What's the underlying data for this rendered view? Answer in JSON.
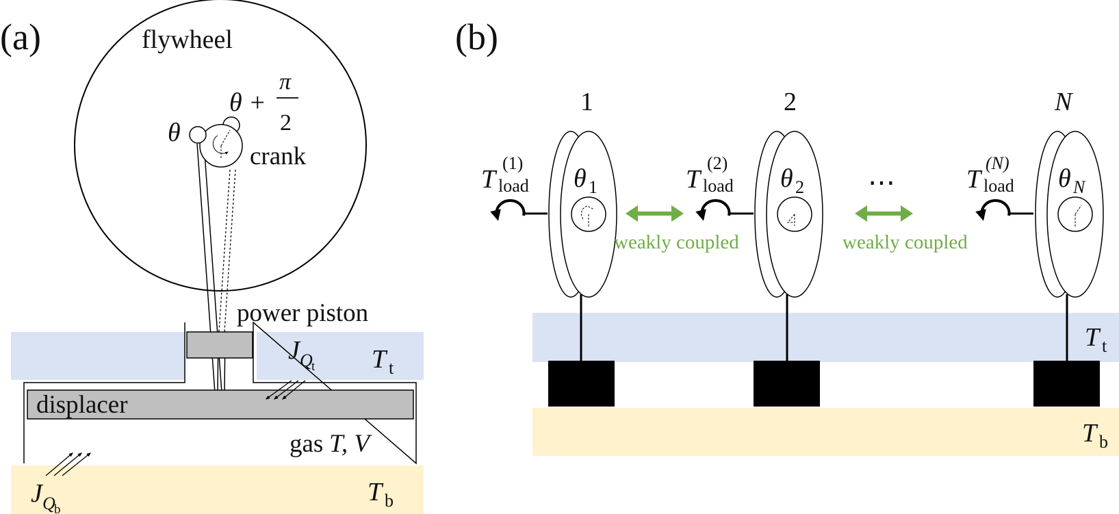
{
  "panel_a": {
    "panel_label": "(a)",
    "flywheel": "flywheel",
    "theta": "θ",
    "theta_plus": "θ +",
    "pi": "π",
    "two": "2",
    "crank": "crank",
    "power_piston": "power piston",
    "displacer": "displacer",
    "gas_prefix": "gas ",
    "gas_vars": "T, V",
    "JQ": "J",
    "Q": "Q",
    "sub_t": "t",
    "sub_b": "b",
    "T": "T",
    "colors": {
      "top_bath": "#dae3f3",
      "bottom_bath": "#fff2cc",
      "piston": "#bfbfbf"
    }
  },
  "panel_b": {
    "panel_label": "(b)",
    "engines": [
      {
        "index_label": "1",
        "load_sup": "(1)",
        "theta_sub": "1"
      },
      {
        "index_label": "2",
        "load_sup": "(2)",
        "theta_sub": "2"
      },
      {
        "index_label": "N",
        "load_sup": "(N)",
        "theta_sub": "N"
      }
    ],
    "T": "T",
    "load_sub": "load",
    "theta": "θ",
    "ellipsis": "⋯",
    "coupling": "weakly coupled",
    "sub_t": "t",
    "sub_b": "b",
    "colors": {
      "coupling": "#70ad47",
      "top_bath": "#dae3f3",
      "bottom_bath": "#fff2cc"
    }
  }
}
